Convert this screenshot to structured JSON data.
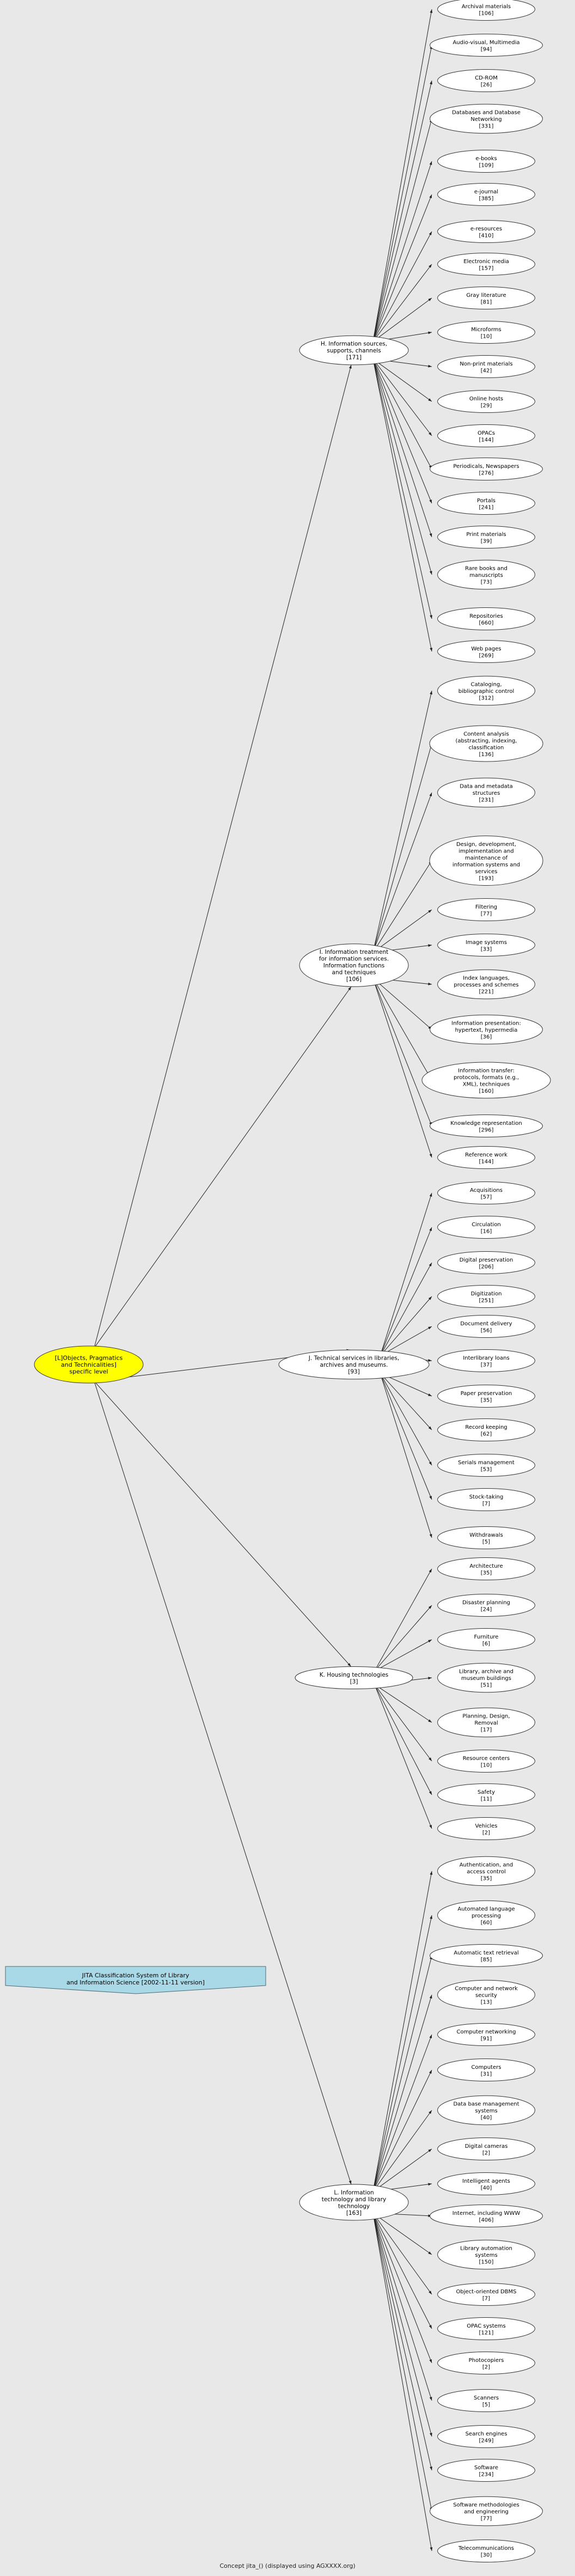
{
  "title_box": {
    "line1": "JITA Classification System of Library",
    "line2": "and Information Science [2002-11-11 version]"
  },
  "root": {
    "lines": [
      "[L]Objects, Pragmatics",
      "and Technicalities]",
      "specific level"
    ],
    "fill": "#ffff00"
  },
  "branches": [
    {
      "id": "h",
      "lines": [
        "H. Information sources,",
        "supports, channels",
        "[171]"
      ],
      "children": [
        {
          "lines": [
            "Archival materials",
            "[106]"
          ]
        },
        {
          "lines": [
            "Audio-visual, Multimedia",
            "[94]"
          ]
        },
        {
          "lines": [
            "CD-ROM",
            "[26]"
          ]
        },
        {
          "lines": [
            "Databases and Database",
            "Networking",
            "[331]"
          ]
        },
        {
          "lines": [
            "e-books",
            "[109]"
          ]
        },
        {
          "lines": [
            "e-journal",
            "[385]"
          ]
        },
        {
          "lines": [
            "e-resources",
            "[410]"
          ]
        },
        {
          "lines": [
            "Electronic media",
            "[157]"
          ]
        },
        {
          "lines": [
            "Gray literature",
            "[81]"
          ]
        },
        {
          "lines": [
            "Microforms",
            "[10]"
          ]
        },
        {
          "lines": [
            "Non-print materials",
            "[42]"
          ]
        },
        {
          "lines": [
            "Online hosts",
            "[29]"
          ]
        },
        {
          "lines": [
            "OPACs",
            "[144]"
          ]
        },
        {
          "lines": [
            "Periodicals, Newspapers",
            "[276]"
          ]
        },
        {
          "lines": [
            "Portals",
            "[241]"
          ]
        },
        {
          "lines": [
            "Print materials",
            "[39]"
          ]
        },
        {
          "lines": [
            "Rare books and",
            "manuscripts",
            "[73]"
          ]
        },
        {
          "lines": [
            "Repositories",
            "[660]"
          ]
        },
        {
          "lines": [
            "Web pages",
            "[269]"
          ]
        }
      ]
    },
    {
      "id": "i",
      "lines": [
        "I. Information treatment",
        "for information services.",
        "Information functions",
        "and techniques",
        "[106]"
      ],
      "children": [
        {
          "lines": [
            "Cataloging,",
            "bibliographic control",
            "[312]"
          ]
        },
        {
          "lines": [
            "Content analysis",
            "(abstracting, indexing,",
            "classification",
            "[136]"
          ]
        },
        {
          "lines": [
            "Data and metadata",
            "structures",
            "[231]"
          ]
        },
        {
          "lines": [
            "Design, development,",
            "implementation and",
            "maintenance of",
            "information systems and",
            "services",
            "[193]"
          ]
        },
        {
          "lines": [
            "Filtering",
            "[77]"
          ]
        },
        {
          "lines": [
            "Image systems",
            "[33]"
          ]
        },
        {
          "lines": [
            "Index languages,",
            "processes and schemes",
            "[221]"
          ]
        },
        {
          "lines": [
            "Information presentation:",
            "hypertext, hypermedia",
            "[36]"
          ]
        },
        {
          "lines": [
            "Information transfer:",
            "protocols, formats (e.g.,",
            "XML), techniques",
            "[160]"
          ]
        },
        {
          "lines": [
            "Knowledge representation",
            "[296]"
          ]
        },
        {
          "lines": [
            "Reference work",
            "[144]"
          ]
        }
      ]
    },
    {
      "id": "j",
      "lines": [
        "J. Technical services in libraries,",
        "archives and museums.",
        "[93]"
      ],
      "children": [
        {
          "lines": [
            "Acquisitions",
            "[57]"
          ]
        },
        {
          "lines": [
            "Circulation",
            "[16]"
          ]
        },
        {
          "lines": [
            "Digital preservation",
            "[206]"
          ]
        },
        {
          "lines": [
            "Digitization",
            "[251]"
          ]
        },
        {
          "lines": [
            "Document delivery",
            "[56]"
          ]
        },
        {
          "lines": [
            "Interlibrary loans",
            "[37]"
          ]
        },
        {
          "lines": [
            "Paper preservation",
            "[35]"
          ]
        },
        {
          "lines": [
            "Record keeping",
            "[62]"
          ]
        },
        {
          "lines": [
            "Serials management",
            "[53]"
          ]
        },
        {
          "lines": [
            "Stock-taking",
            "[7]"
          ]
        },
        {
          "lines": [
            "Withdrawals",
            "[5]"
          ]
        }
      ]
    },
    {
      "id": "k",
      "lines": [
        "K. Housing technologies",
        "[3]"
      ],
      "children": [
        {
          "lines": [
            "Architecture",
            "[35]"
          ]
        },
        {
          "lines": [
            "Disaster planning",
            "[24]"
          ]
        },
        {
          "lines": [
            "Furniture",
            "[6]"
          ]
        },
        {
          "lines": [
            "Library, archive and",
            "museum buildings",
            "[51]"
          ]
        },
        {
          "lines": [
            "Planning, Design,",
            "Removal",
            "[17]"
          ]
        },
        {
          "lines": [
            "Resource centers",
            "[10]"
          ]
        },
        {
          "lines": [
            "Safety",
            "[11]"
          ]
        },
        {
          "lines": [
            "Vehicles",
            "[2]"
          ]
        }
      ]
    },
    {
      "id": "l",
      "lines": [
        "L. Information",
        "technology and library",
        "technology",
        "[163]"
      ],
      "children": [
        {
          "lines": [
            "Authentication, and",
            "access control",
            "[35]"
          ]
        },
        {
          "lines": [
            "Automated language",
            "processing",
            "[60]"
          ]
        },
        {
          "lines": [
            "Automatic text retrieval",
            "[85]"
          ]
        },
        {
          "lines": [
            "Computer and network",
            "security",
            "[13]"
          ]
        },
        {
          "lines": [
            "Computer networking",
            "[91]"
          ]
        },
        {
          "lines": [
            "Computers",
            "[31]"
          ]
        },
        {
          "lines": [
            "Data base management",
            "systems",
            "[40]"
          ]
        },
        {
          "lines": [
            "Digital cameras",
            "[2]"
          ]
        },
        {
          "lines": [
            "Intelligent agents",
            "[40]"
          ]
        },
        {
          "lines": [
            "Internet, including WWW",
            "[406]"
          ]
        },
        {
          "lines": [
            "Library automation",
            "systems",
            "[150]"
          ]
        },
        {
          "lines": [
            "Object-oriented DBMS",
            "[7]"
          ]
        },
        {
          "lines": [
            "OPAC systems",
            "[121]"
          ]
        },
        {
          "lines": [
            "Photocopiers",
            "[2]"
          ]
        },
        {
          "lines": [
            "Scanners",
            "[5]"
          ]
        },
        {
          "lines": [
            "Search engines",
            "[249]"
          ]
        },
        {
          "lines": [
            "Software",
            "[234]"
          ]
        },
        {
          "lines": [
            "Software methodologies",
            "and engineering",
            "[77]"
          ]
        },
        {
          "lines": [
            "Telecommunications",
            "[30]"
          ]
        }
      ]
    }
  ],
  "footer": "Concept jita_() (displayed using AGXXXX.org)"
}
